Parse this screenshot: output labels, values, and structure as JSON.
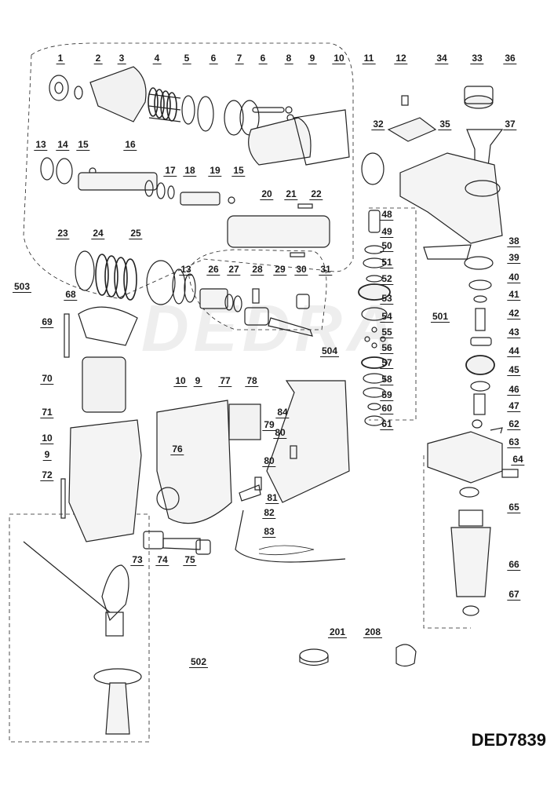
{
  "diagram": {
    "model": "DED7839",
    "watermark": "DEDRA",
    "part_labels": [
      "1",
      "2",
      "3",
      "4",
      "5",
      "6",
      "7",
      "6",
      "8",
      "9",
      "10",
      "11",
      "12",
      "34",
      "33",
      "36",
      "13",
      "14",
      "15",
      "16",
      "32",
      "35",
      "37",
      "17",
      "18",
      "19",
      "15",
      "20",
      "21",
      "22",
      "48",
      "49",
      "50",
      "51",
      "52",
      "53",
      "54",
      "501",
      "55",
      "56",
      "57",
      "58",
      "59",
      "60",
      "61",
      "23",
      "24",
      "25",
      "38",
      "39",
      "40",
      "41",
      "42",
      "43",
      "44",
      "45",
      "46",
      "47",
      "62",
      "63",
      "64",
      "65",
      "66",
      "67",
      "503",
      "68",
      "69",
      "13",
      "26",
      "27",
      "28",
      "29",
      "30",
      "31",
      "504",
      "70",
      "10",
      "9",
      "77",
      "78",
      "84",
      "71",
      "10",
      "9",
      "72",
      "76",
      "79",
      "80",
      "80",
      "81",
      "82",
      "83",
      "73",
      "74",
      "75",
      "502",
      "201",
      "208"
    ],
    "groups": [
      "501",
      "502",
      "503",
      "504"
    ]
  }
}
